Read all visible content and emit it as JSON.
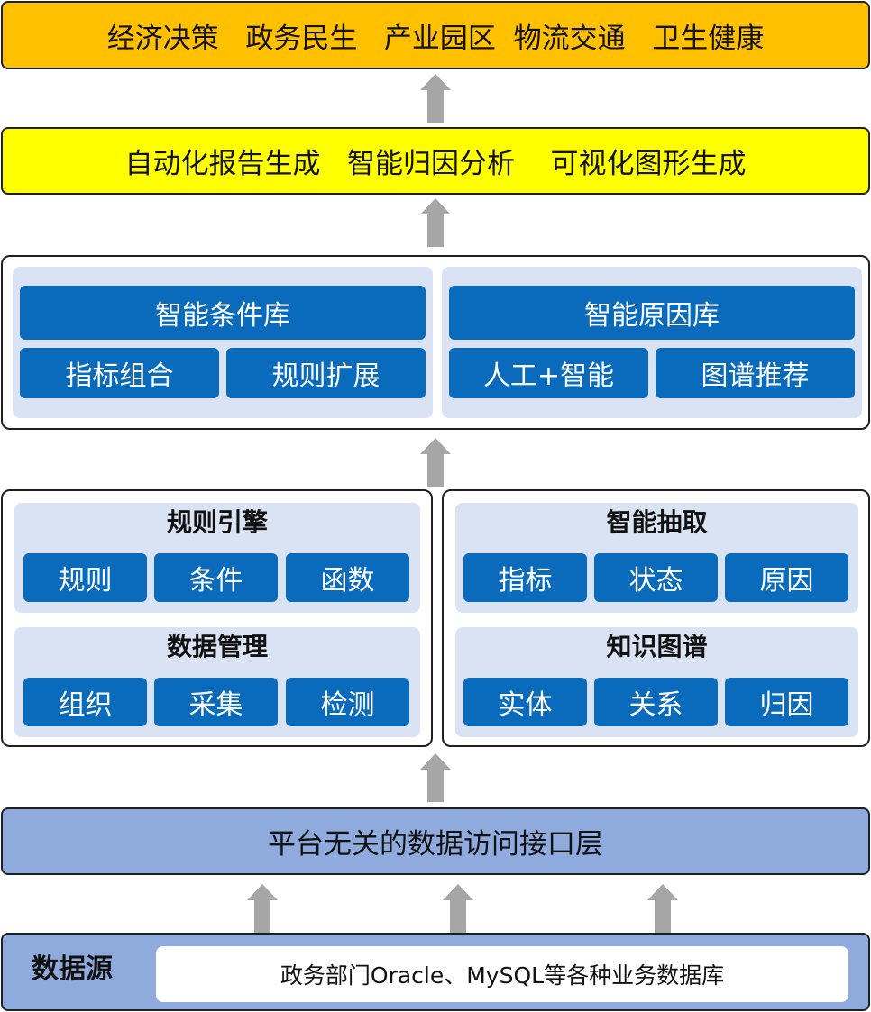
{
  "applications": "经济决策   政务民生   产业园区  物流交通   卫生健康",
  "capabilities": "自动化报告生成   智能归因分析    可视化图形生成",
  "condition_library": {
    "title": "智能条件库",
    "items": [
      "指标组合",
      "规则扩展"
    ]
  },
  "reason_library": {
    "title": "智能原因库",
    "items": [
      "人工+智能",
      "图谱推荐"
    ]
  },
  "rule_engine": {
    "title": "规则引擎",
    "items": [
      "规则",
      "条件",
      "函数"
    ]
  },
  "data_management": {
    "title": "数据管理",
    "items": [
      "组织",
      "采集",
      "检测"
    ]
  },
  "smart_extraction": {
    "title": "智能抽取",
    "items": [
      "指标",
      "状态",
      "原因"
    ]
  },
  "knowledge_graph": {
    "title": "知识图谱",
    "items": [
      "实体",
      "关系",
      "归因"
    ]
  },
  "access_layer": "平台无关的数据访问接口层",
  "data_source": {
    "label": "数据源",
    "content": "政务部门Oracle、MySQL等各种业务数据库"
  },
  "colors": {
    "orange": "#ffc000",
    "yellow": "#ffff00",
    "button_blue": "#0a6bbd",
    "panel_blue": "#dae3f3",
    "layer_blue": "#8faadc",
    "arrow_gray": "#a6a6a6"
  }
}
